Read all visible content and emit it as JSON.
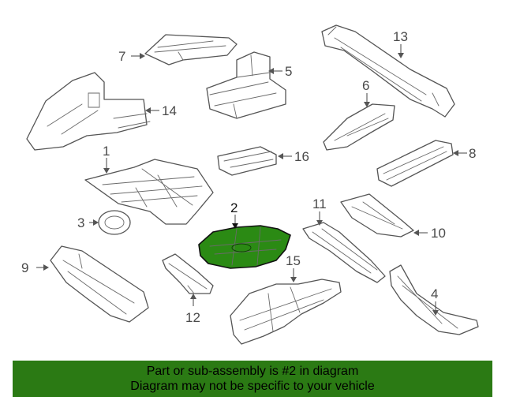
{
  "diagram": {
    "highlight_color": "#2b8a14",
    "callouts": [
      {
        "id": "1",
        "label": "1"
      },
      {
        "id": "2",
        "label": "2"
      },
      {
        "id": "3",
        "label": "3"
      },
      {
        "id": "4",
        "label": "4"
      },
      {
        "id": "5",
        "label": "5"
      },
      {
        "id": "6",
        "label": "6"
      },
      {
        "id": "7",
        "label": "7"
      },
      {
        "id": "8",
        "label": "8"
      },
      {
        "id": "9",
        "label": "9"
      },
      {
        "id": "10",
        "label": "10"
      },
      {
        "id": "11",
        "label": "11"
      },
      {
        "id": "12",
        "label": "12"
      },
      {
        "id": "13",
        "label": "13"
      },
      {
        "id": "14",
        "label": "14"
      },
      {
        "id": "15",
        "label": "15"
      },
      {
        "id": "16",
        "label": "16"
      }
    ]
  },
  "banner": {
    "line1": "Part or sub-assembly is #2 in diagram",
    "line2": "Diagram may not be specific to your vehicle",
    "background": "#2b7a14"
  }
}
